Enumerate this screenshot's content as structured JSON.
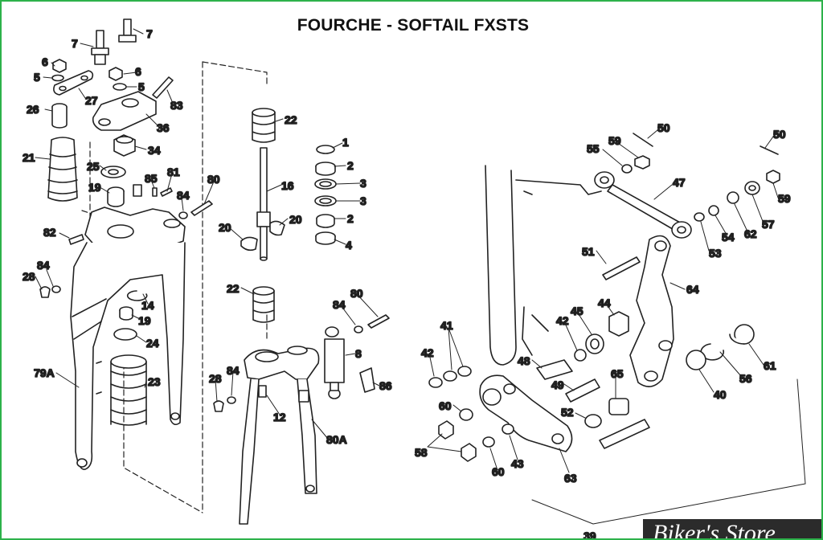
{
  "title": "FOURCHE - SOFTAIL FXSTS",
  "watermark": "Biker's Store",
  "colors": {
    "frame": "#2db24a",
    "ink": "#222222"
  },
  "labels": {
    "l7a": "7",
    "l7b": "7",
    "l6a": "6",
    "l6b": "6",
    "l5a": "5",
    "l5b": "5",
    "l27": "27",
    "l83": "83",
    "l26": "26",
    "l36": "36",
    "l21": "21",
    "l34": "34",
    "l25": "25",
    "l85": "85",
    "l81": "81",
    "l19a": "19",
    "l84a": "84",
    "l80a": "80",
    "l82": "82",
    "l84b": "84",
    "l28a": "28",
    "l14": "14",
    "l19b": "19",
    "l24": "24",
    "l79A": "79A",
    "l23": "23",
    "l22a": "22",
    "l16": "16",
    "l20a": "20",
    "l20b": "20",
    "l22b": "22",
    "l1": "1",
    "l2a": "2",
    "l3a": "3",
    "l3b": "3",
    "l2b": "2",
    "l4": "4",
    "l80b": "80",
    "l84c": "84",
    "l8": "8",
    "l28b": "28",
    "l84d": "84",
    "l86": "86",
    "l12": "12",
    "l80A": "80A",
    "l50a": "50",
    "l50b": "50",
    "l55": "55",
    "l59a": "59",
    "l47": "47",
    "l59b": "59",
    "l57": "57",
    "l62": "62",
    "l54": "54",
    "l53": "53",
    "l51": "51",
    "l64": "64",
    "l41": "41",
    "l42a": "42",
    "l42b": "42",
    "l45": "45",
    "l44": "44",
    "l48": "48",
    "l49": "49",
    "l65": "65",
    "l61": "61",
    "l56": "56",
    "l40": "40",
    "l60a": "60",
    "l52": "52",
    "l58": "58",
    "l60b": "60",
    "l43": "43",
    "l63": "63",
    "l39": "39"
  }
}
